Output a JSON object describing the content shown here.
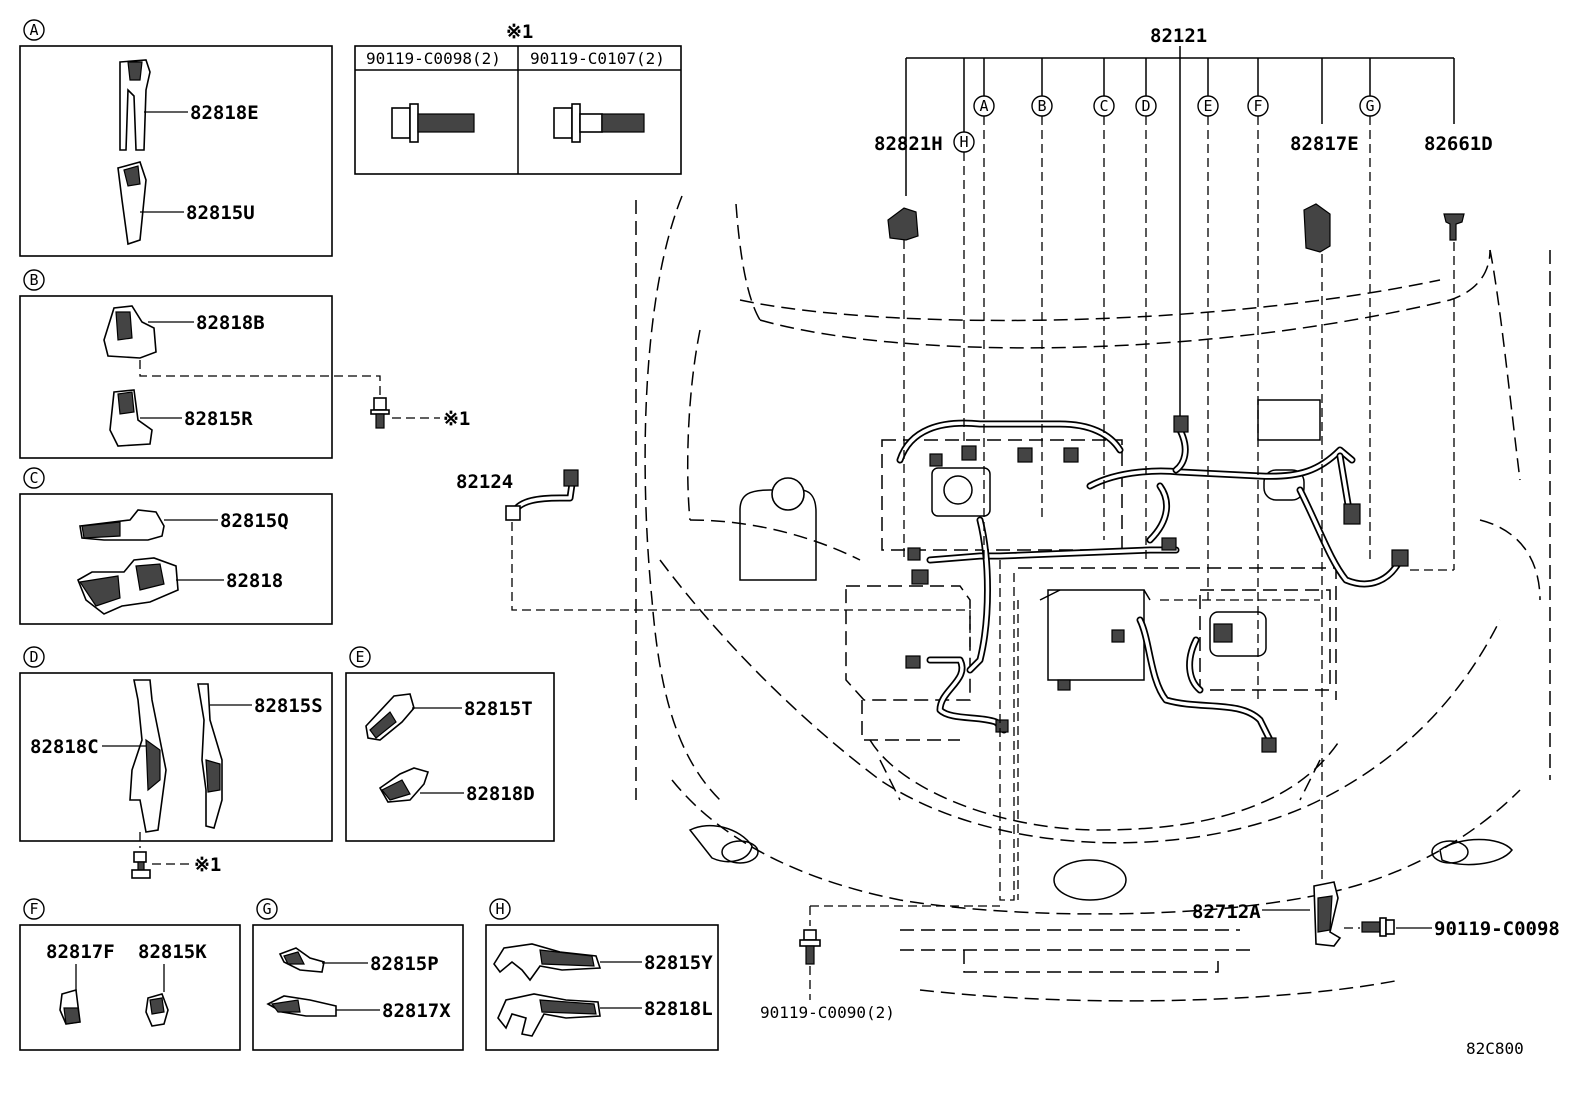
{
  "sections": {
    "A": {
      "letter": "A",
      "parts": [
        "82818E",
        "82815U"
      ]
    },
    "B": {
      "letter": "B",
      "parts": [
        "82818B",
        "82815R"
      ],
      "note": "※1"
    },
    "C": {
      "letter": "C",
      "parts": [
        "82815Q",
        "82818"
      ]
    },
    "D": {
      "letter": "D",
      "parts": [
        "82815S",
        "82818C"
      ],
      "note": "※1"
    },
    "E": {
      "letter": "E",
      "parts": [
        "82815T",
        "82818D"
      ]
    },
    "F": {
      "letter": "F",
      "parts": [
        "82817F",
        "82815K"
      ]
    },
    "G": {
      "letter": "G",
      "parts": [
        "82815P",
        "82817X"
      ]
    },
    "H": {
      "letter": "H",
      "parts": [
        "82815Y",
        "82818L"
      ]
    }
  },
  "bolts_table": {
    "ref": "※1",
    "headers": [
      "90119-C0098(2)",
      "90119-C0107(2)"
    ]
  },
  "main": {
    "harness": "82121",
    "callouts": [
      "A",
      "B",
      "C",
      "D",
      "E",
      "F",
      "G",
      "H"
    ],
    "parts": {
      "p82821H": "82821H",
      "p82817E": "82817E",
      "p82661D": "82661D",
      "p82124": "82124",
      "p82712A": "82712A",
      "bolt_right": "90119-C0098",
      "bolt_bottom": "90119-C0090(2)"
    }
  },
  "figure_id": "82C800"
}
